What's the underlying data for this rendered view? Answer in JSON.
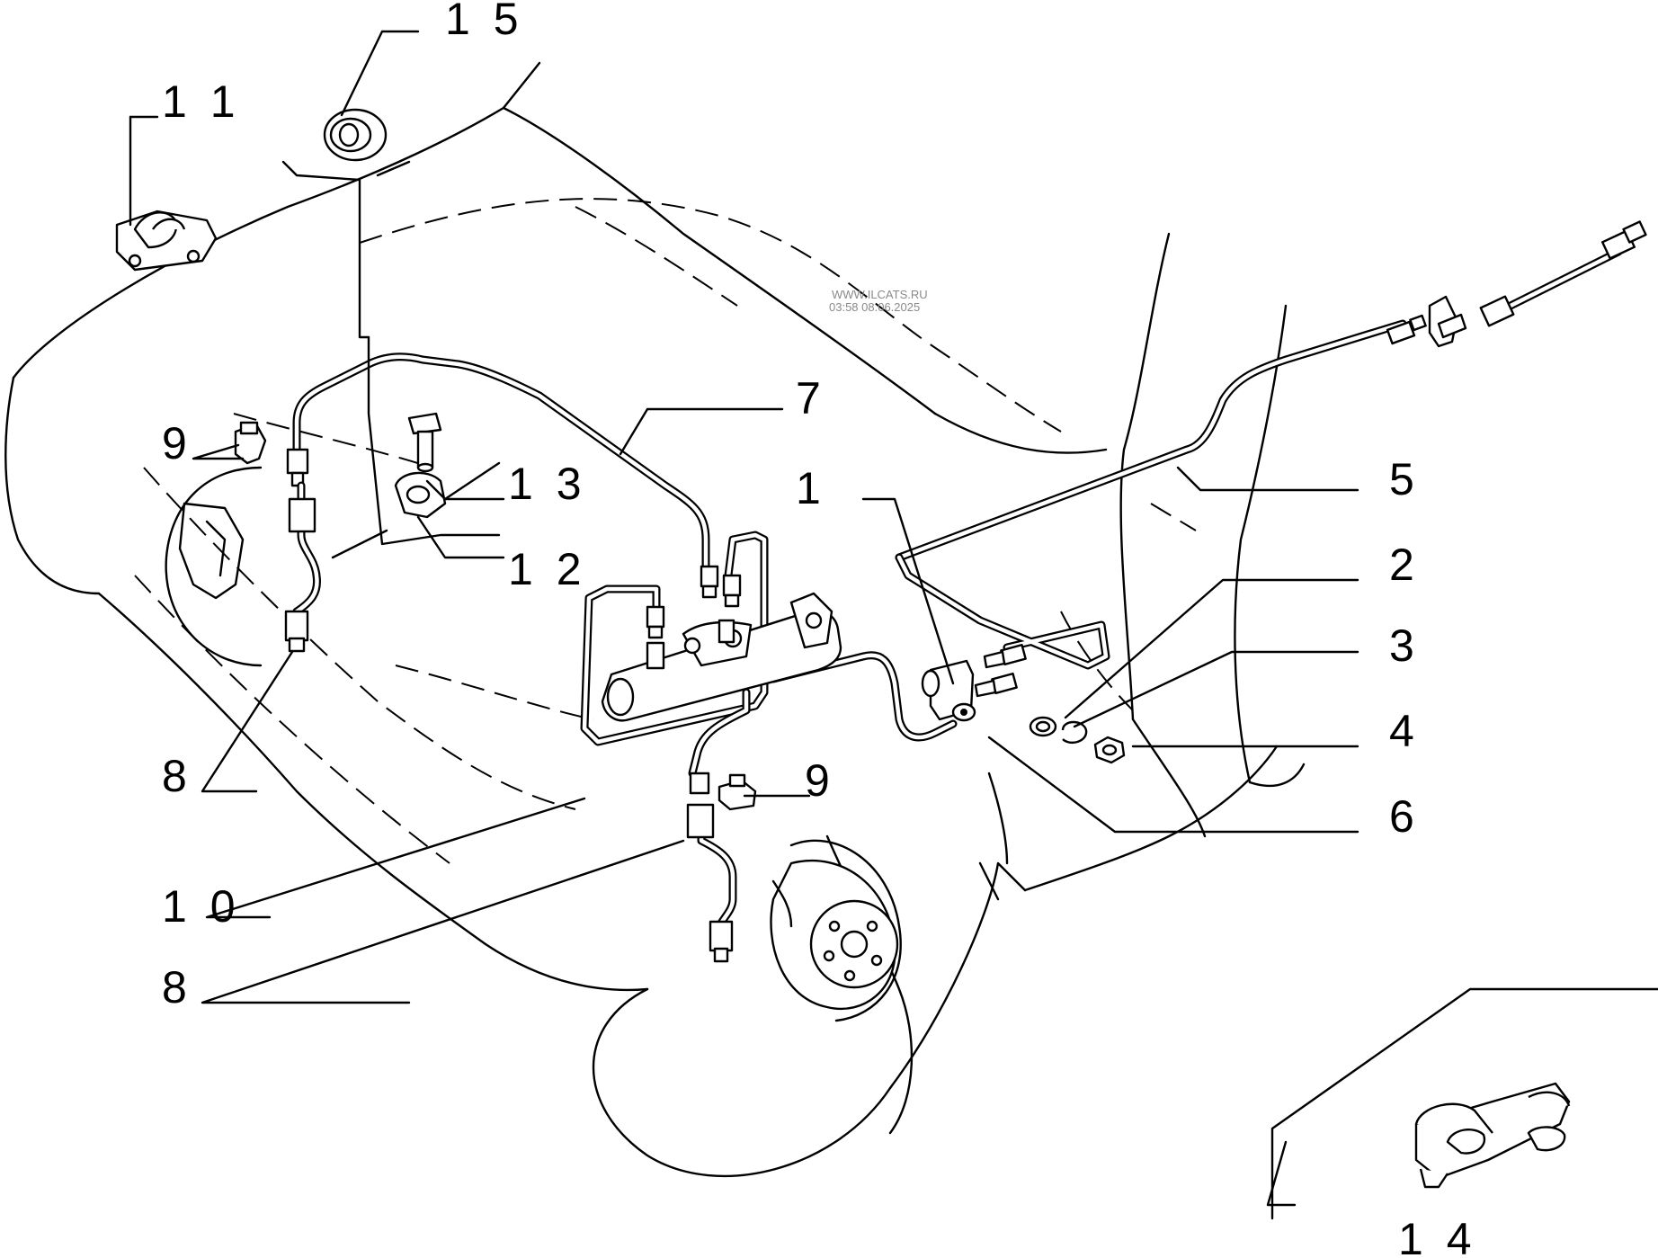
{
  "watermark": {
    "site": "WWW.ILCATS.RU",
    "timestamp": "03:58 08.06.2025"
  },
  "callouts": [
    {
      "id": "1",
      "label": "1"
    },
    {
      "id": "2",
      "label": "2"
    },
    {
      "id": "3",
      "label": "3"
    },
    {
      "id": "4",
      "label": "4"
    },
    {
      "id": "5",
      "label": "5"
    },
    {
      "id": "6",
      "label": "6"
    },
    {
      "id": "7",
      "label": "7"
    },
    {
      "id": "8a",
      "label": "8"
    },
    {
      "id": "8b",
      "label": "8"
    },
    {
      "id": "9a",
      "label": "9"
    },
    {
      "id": "9b",
      "label": "9"
    },
    {
      "id": "10",
      "label": "1 0"
    },
    {
      "id": "11",
      "label": "1 1"
    },
    {
      "id": "12",
      "label": "1 2"
    },
    {
      "id": "13",
      "label": "1 3"
    },
    {
      "id": "14",
      "label": "1 4"
    },
    {
      "id": "15",
      "label": "1 5"
    }
  ]
}
